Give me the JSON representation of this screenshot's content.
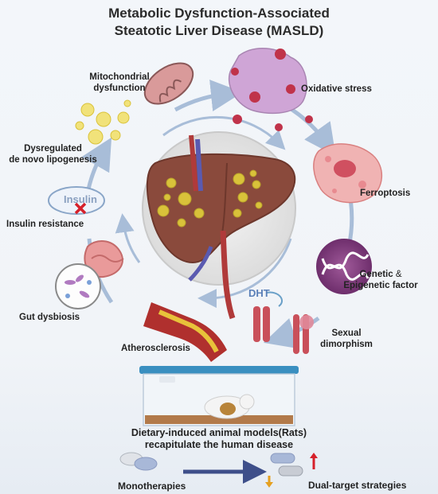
{
  "title": {
    "line1": "Metabolic Dysfunction-Associated",
    "line2": "Steatotic Liver Disease (MASLD)"
  },
  "factors": {
    "mitochondrial": [
      "Mitochondrial",
      "dysfunction"
    ],
    "oxidative": "Oxidative stress",
    "lipogenesis": [
      "Dysregulated",
      "de novo lipogenesis"
    ],
    "ferroptosis": "Ferroptosis",
    "insulin_resistance": "Insulin resistance",
    "insulin_word": "Insulin",
    "genetic": [
      "Genetic",
      "&",
      "Epigenetic factor"
    ],
    "gut": "Gut dysbiosis",
    "sexual": [
      "Sexual",
      "dimorphism"
    ],
    "dht": "DHT",
    "atherosclerosis": "Atherosclerosis"
  },
  "model": [
    "Dietary-induced animal models(Rats)",
    "recapitulate the human disease"
  ],
  "strategies": {
    "mono": "Monotherapies",
    "dual": "Dual-target strategies"
  },
  "colors": {
    "cycle": "#a8bdd8",
    "liver": "#8a4a3c",
    "fat": "#d9c23a",
    "ros": "#c0334a",
    "dna_bg": "#7a3a78",
    "tray": "#3a8fc0"
  }
}
